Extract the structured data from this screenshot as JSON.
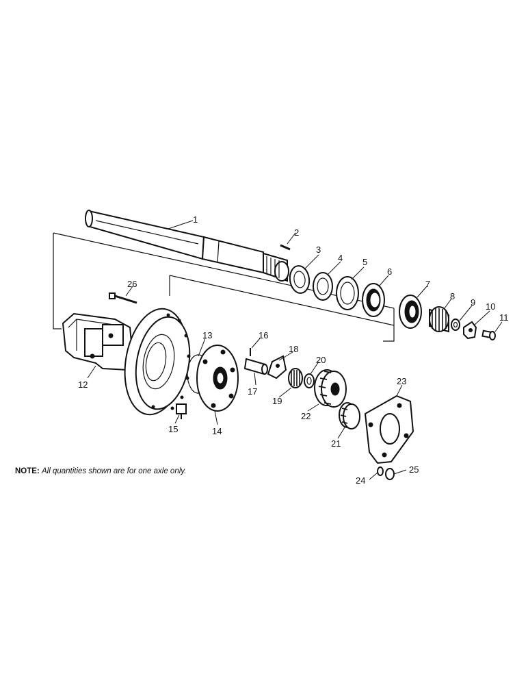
{
  "note": {
    "prefix": "NOTE:",
    "text": "All quantities shown are for one axle only."
  },
  "callouts": [
    "1",
    "2",
    "3",
    "4",
    "5",
    "6",
    "7",
    "8",
    "9",
    "10",
    "11",
    "12",
    "13",
    "14",
    "15",
    "16",
    "17",
    "18",
    "19",
    "20",
    "21",
    "22",
    "23",
    "24",
    "25",
    "26"
  ]
}
